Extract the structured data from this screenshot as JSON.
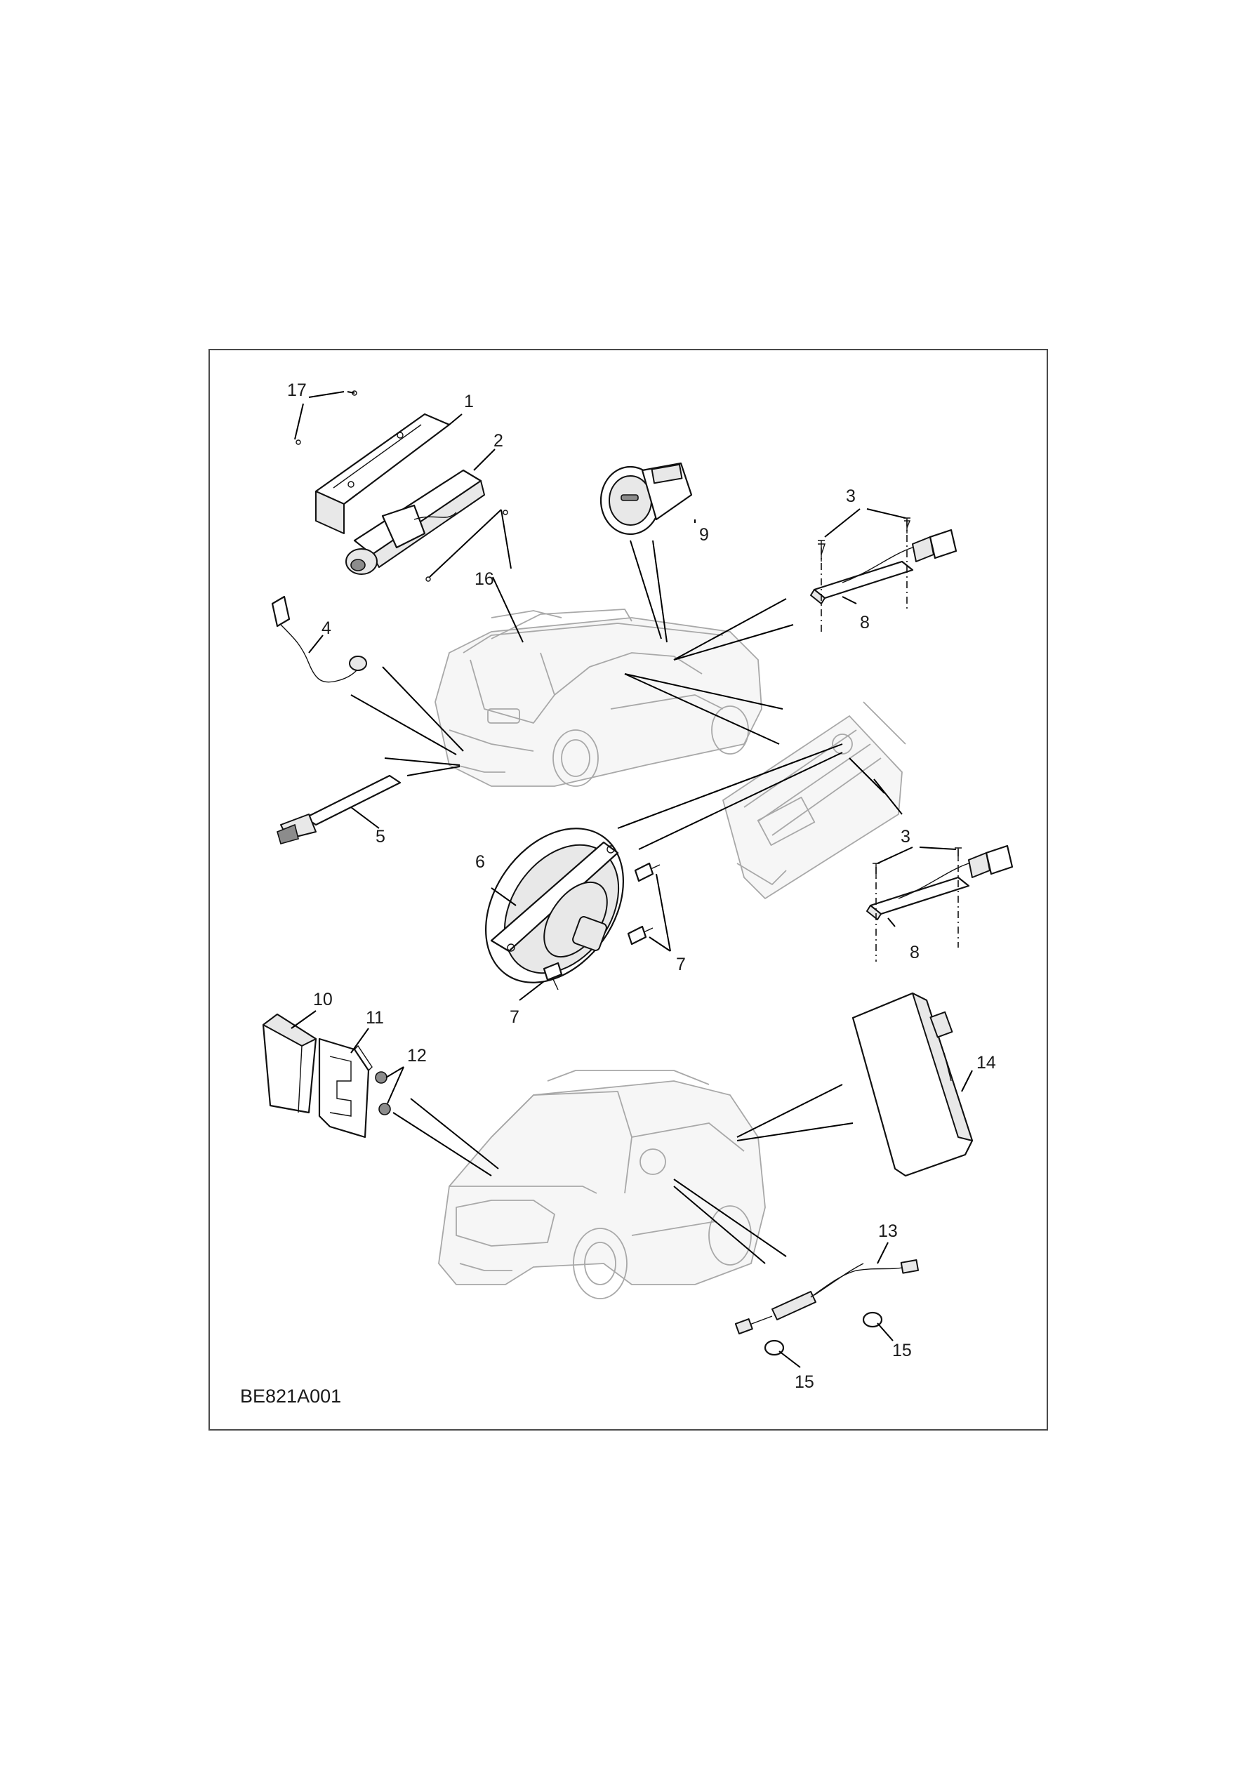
{
  "figure_id": "BE821A001",
  "callouts": {
    "c1": "1",
    "c2": "2",
    "c3a": "3",
    "c3b": "3",
    "c4": "4",
    "c5": "5",
    "c6": "6",
    "c7a": "7",
    "c7b": "7",
    "c8a": "8",
    "c8b": "8",
    "c9": "9",
    "c10": "10",
    "c11": "11",
    "c12": "12",
    "c13": "13",
    "c14": "14",
    "c15a": "15",
    "c15b": "15",
    "c16": "16",
    "c17": "17"
  },
  "colors": {
    "line": "#111111",
    "vehicle_outline": "#a8a8a8",
    "frame": "#4a4a4a"
  }
}
